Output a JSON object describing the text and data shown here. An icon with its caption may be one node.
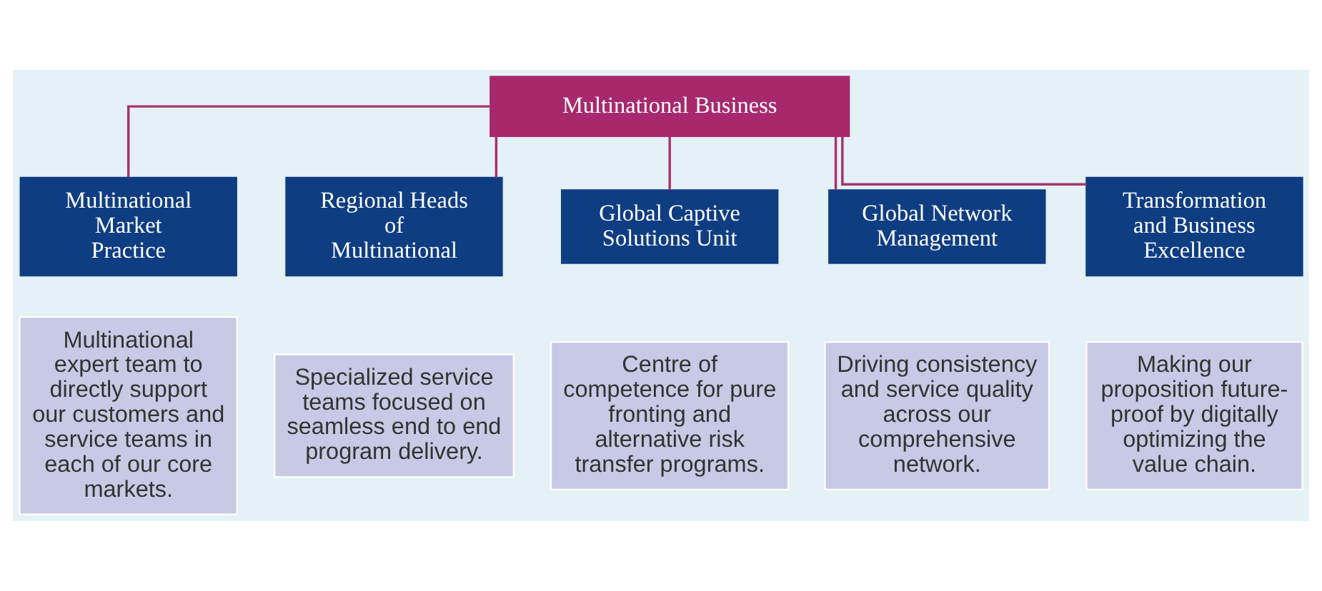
{
  "diagram": {
    "nodes": [
      {
        "text": [
          "Multinational Business"
        ]
      },
      {
        "text": [
          "Multinational Market Practice"
        ]
      },
      {
        "text": [
          "Regional Heads of Multinational"
        ]
      },
      {
        "text": [
          "Global Captive Solutions Unit"
        ]
      },
      {
        "text": [
          "Global Network Management"
        ]
      },
      {
        "text": [
          "Transformation and Business Excellence"
        ]
      },
      {
        "text": [
          "Multinational expert team to directly support our customers and service teams in each of our core markets."
        ]
      },
      {
        "text": [
          "Specialized service teams focused on seamless end to end program delivery."
        ]
      },
      {
        "text": [
          "Centre of competence for pure fronting and alternative risk transfer programs."
        ]
      },
      {
        "text": [
          "Driving consistency and service quality across our comprehensive network."
        ]
      },
      {
        "text": [
          "Making our proposition future-proof by digitally optimizing the value chain."
        ]
      }
    ],
    "edges": [
      {
        "from": 0,
        "to": 1,
        "arrow": "none"
      },
      {
        "from": 0,
        "to": 2,
        "arrow": "none"
      },
      {
        "from": 0,
        "to": 3,
        "arrow": "none"
      },
      {
        "from": 0,
        "to": 4,
        "arrow": "none"
      },
      {
        "from": 0,
        "to": 5,
        "arrow": "none"
      }
    ]
  }
}
